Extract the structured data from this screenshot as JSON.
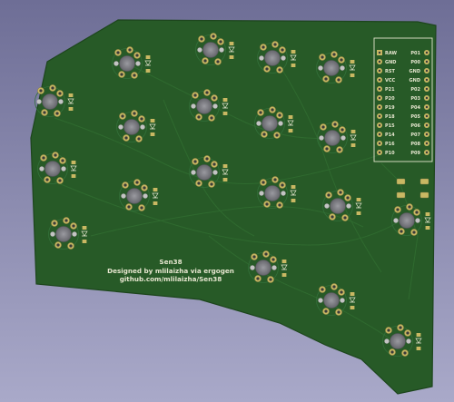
{
  "board": {
    "name": "Sen38",
    "credit": "Designed by mlilaizha via ergogen",
    "repo": "github.com/mlilaizha/Sen38"
  },
  "mcu": {
    "left_pins": [
      "RAW",
      "GND",
      "RST",
      "VCC",
      "P21",
      "P20",
      "P19",
      "P18",
      "P15",
      "P14",
      "P16",
      "P10"
    ],
    "right_pins": [
      "P01",
      "P00",
      "GND",
      "GND",
      "P02",
      "P03",
      "P04",
      "P05",
      "P06",
      "P07",
      "P08",
      "P09"
    ]
  },
  "colors": {
    "background_top": "#6e6e96",
    "background_bottom": "#a9a9c9",
    "solder_mask": "#275a27",
    "pad_gold": "#c9b863",
    "silkscreen": "#e6e6cf"
  },
  "switch_count": 19
}
